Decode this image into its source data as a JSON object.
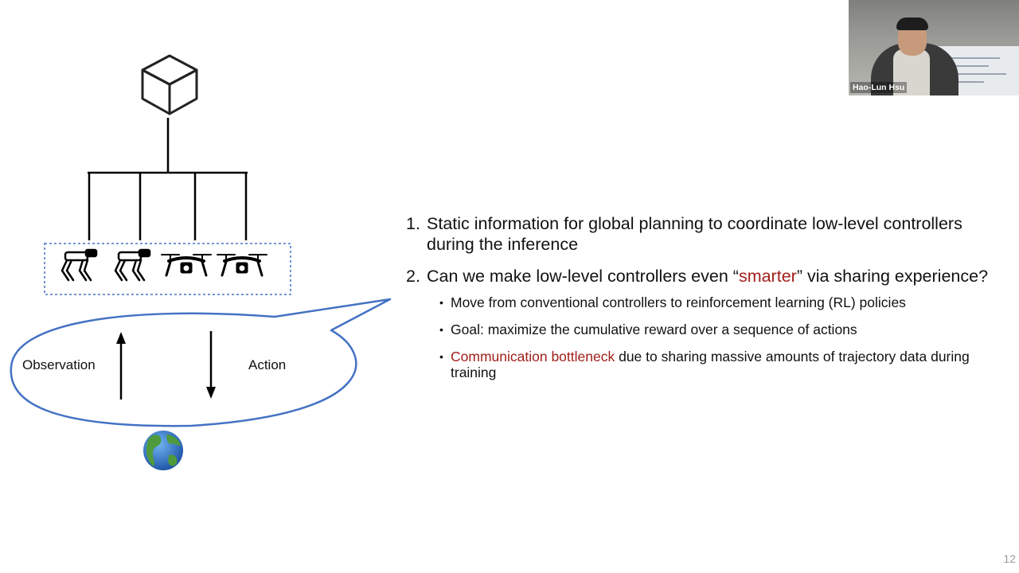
{
  "slide": {
    "diagram": {
      "observation_label": "Observation",
      "action_label": "Action",
      "icons": {
        "top": "cube-icon",
        "agents": [
          "robot-dog-icon",
          "robot-dog-icon",
          "drone-icon",
          "drone-icon"
        ],
        "environment": "globe-icon"
      },
      "colors": {
        "bubble_stroke": "#4472c4",
        "agent_box_stroke": "#4472c4",
        "lines": "#000000"
      }
    },
    "points": [
      {
        "number": "1.",
        "text": "Static information for global planning to coordinate low-level controllers during the inference"
      },
      {
        "number": "2.",
        "text_before": "Can we make low-level controllers even “",
        "highlight": "smarter",
        "text_after": "” via sharing experience?"
      }
    ],
    "subpoints": [
      {
        "text": "Move from conventional controllers to reinforcement learning (RL) policies"
      },
      {
        "text": "Goal: maximize the cumulative reward over a sequence of actions"
      },
      {
        "highlight": "Communication bottleneck",
        "text": " due to sharing massive amounts of trajectory data during training"
      }
    ],
    "accent_color": "#a1201b",
    "page_number": "12"
  },
  "video": {
    "participant_name": "Hao-Lun Hsu"
  }
}
